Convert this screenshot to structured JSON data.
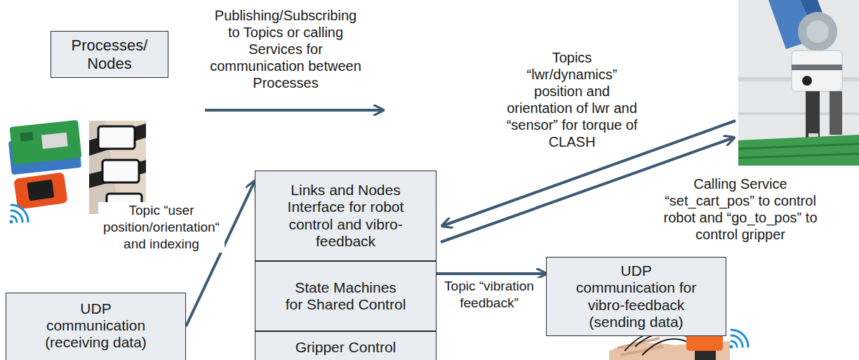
{
  "diagram": {
    "nodes": [
      {
        "text": [
          "Processes/ Nodes"
        ]
      },
      {
        "text": [
          "Links and Nodes Interface for robot control and vibro-feedback"
        ]
      },
      {
        "text": [
          "State Machines for Shared Control"
        ]
      },
      {
        "text": [
          "Gripper Control"
        ]
      },
      {
        "text": [
          "UDP communication (receiving data)"
        ]
      },
      {
        "text": [
          "UDP communication for vibro-feedback (sending data)"
        ]
      }
    ],
    "edges": [
      {
        "from": 4,
        "to": 1,
        "label": "Topic “user position/orientation“ and indexing",
        "arrow": "to"
      },
      {
        "from": 2,
        "to": 5,
        "label": "Topic “vibration feedback”",
        "arrow": "to"
      }
    ],
    "labels": [
      "Publishing/Subscribing to Topics or calling Services for communication between Processes",
      "Topics “lwr/dynamics” position and orientation of lwr and “sensor” for torque of CLASH",
      "Calling Service “set_cart_pos” to control robot and “go_to_pos” to control gripper"
    ]
  }
}
